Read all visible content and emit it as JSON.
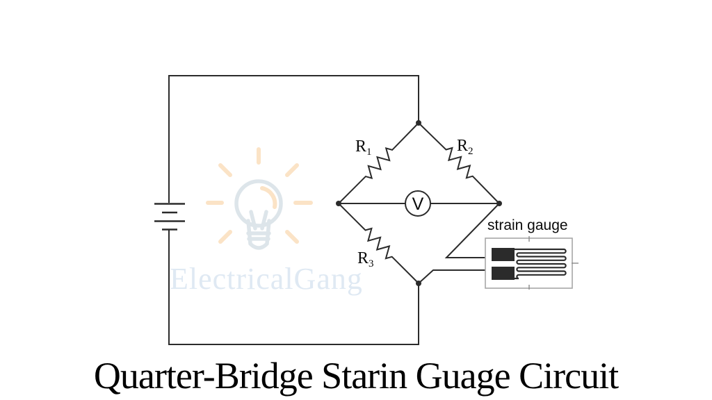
{
  "title": "Quarter-Bridge Starin Guage Circuit",
  "watermark": {
    "text": "ElectricalGang"
  },
  "labels": {
    "r1": {
      "base": "R",
      "sub": "1"
    },
    "r2": {
      "base": "R",
      "sub": "2"
    },
    "r3": {
      "base": "R",
      "sub": "3"
    },
    "voltmeter": "V",
    "strain_gauge": "strain gauge"
  },
  "colors": {
    "line": "#2b2b2b",
    "text": "#0a0a0a",
    "gauge_border": "#a6a6a6",
    "gauge_tick": "#8a8a8a",
    "watermark_ray": "#fbe3c6",
    "watermark_bulb": "#dde5ea",
    "watermark_text": "#dfe9f3"
  }
}
